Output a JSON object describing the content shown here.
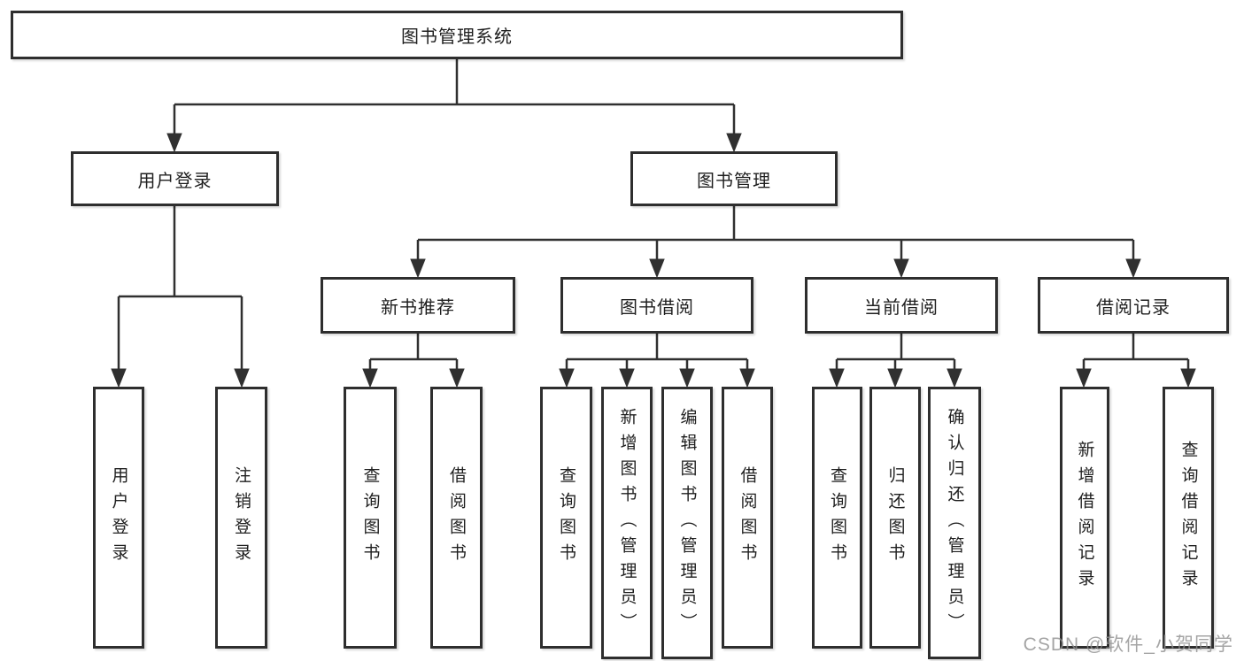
{
  "diagram_title": "图书管理系统",
  "nodes": {
    "root": "图书管理系统",
    "user_login": "用户登录",
    "book_management": "图书管理",
    "new_book_recommendation": "新书推荐",
    "book_borrowing": "图书借阅",
    "current_borrowing": "当前借阅",
    "borrowing_records": "借阅记录"
  },
  "leaves": {
    "user_login": "用户登录",
    "logout_login": "注销登录",
    "query_books_1": "查询图书",
    "borrow_books_1": "借阅图书",
    "query_books_2": "查询图书",
    "add_books_admin": "新增图书（管理员）",
    "edit_books_admin": "编辑图书（管理员）",
    "borrow_books_2": "借阅图书",
    "query_books_3": "查询图书",
    "return_books": "归还图书",
    "confirm_return_admin": "确认归还（管理员）",
    "add_borrow_record": "新增借阅记录",
    "query_borrow_record": "查询借阅记录"
  },
  "hierarchy": {
    "图书管理系统": {
      "用户登录": [
        "用户登录",
        "注销登录"
      ],
      "图书管理": {
        "新书推荐": [
          "查询图书",
          "借阅图书"
        ],
        "图书借阅": [
          "查询图书",
          "新增图书（管理员）",
          "编辑图书（管理员）",
          "借阅图书"
        ],
        "当前借阅": [
          "查询图书",
          "归还图书",
          "确认归还（管理员）"
        ],
        "借阅记录": [
          "新增借阅记录",
          "查询借阅记录"
        ]
      }
    }
  },
  "colors": {
    "line": "#303030",
    "box_border": "#2e2e2e",
    "box_fill": "#ffffff",
    "text": "#1f1f1f",
    "watermark": "#8f8f8f",
    "background": "#ffffff"
  },
  "watermark": {
    "text": "CSDN @软件_小贺同学"
  }
}
